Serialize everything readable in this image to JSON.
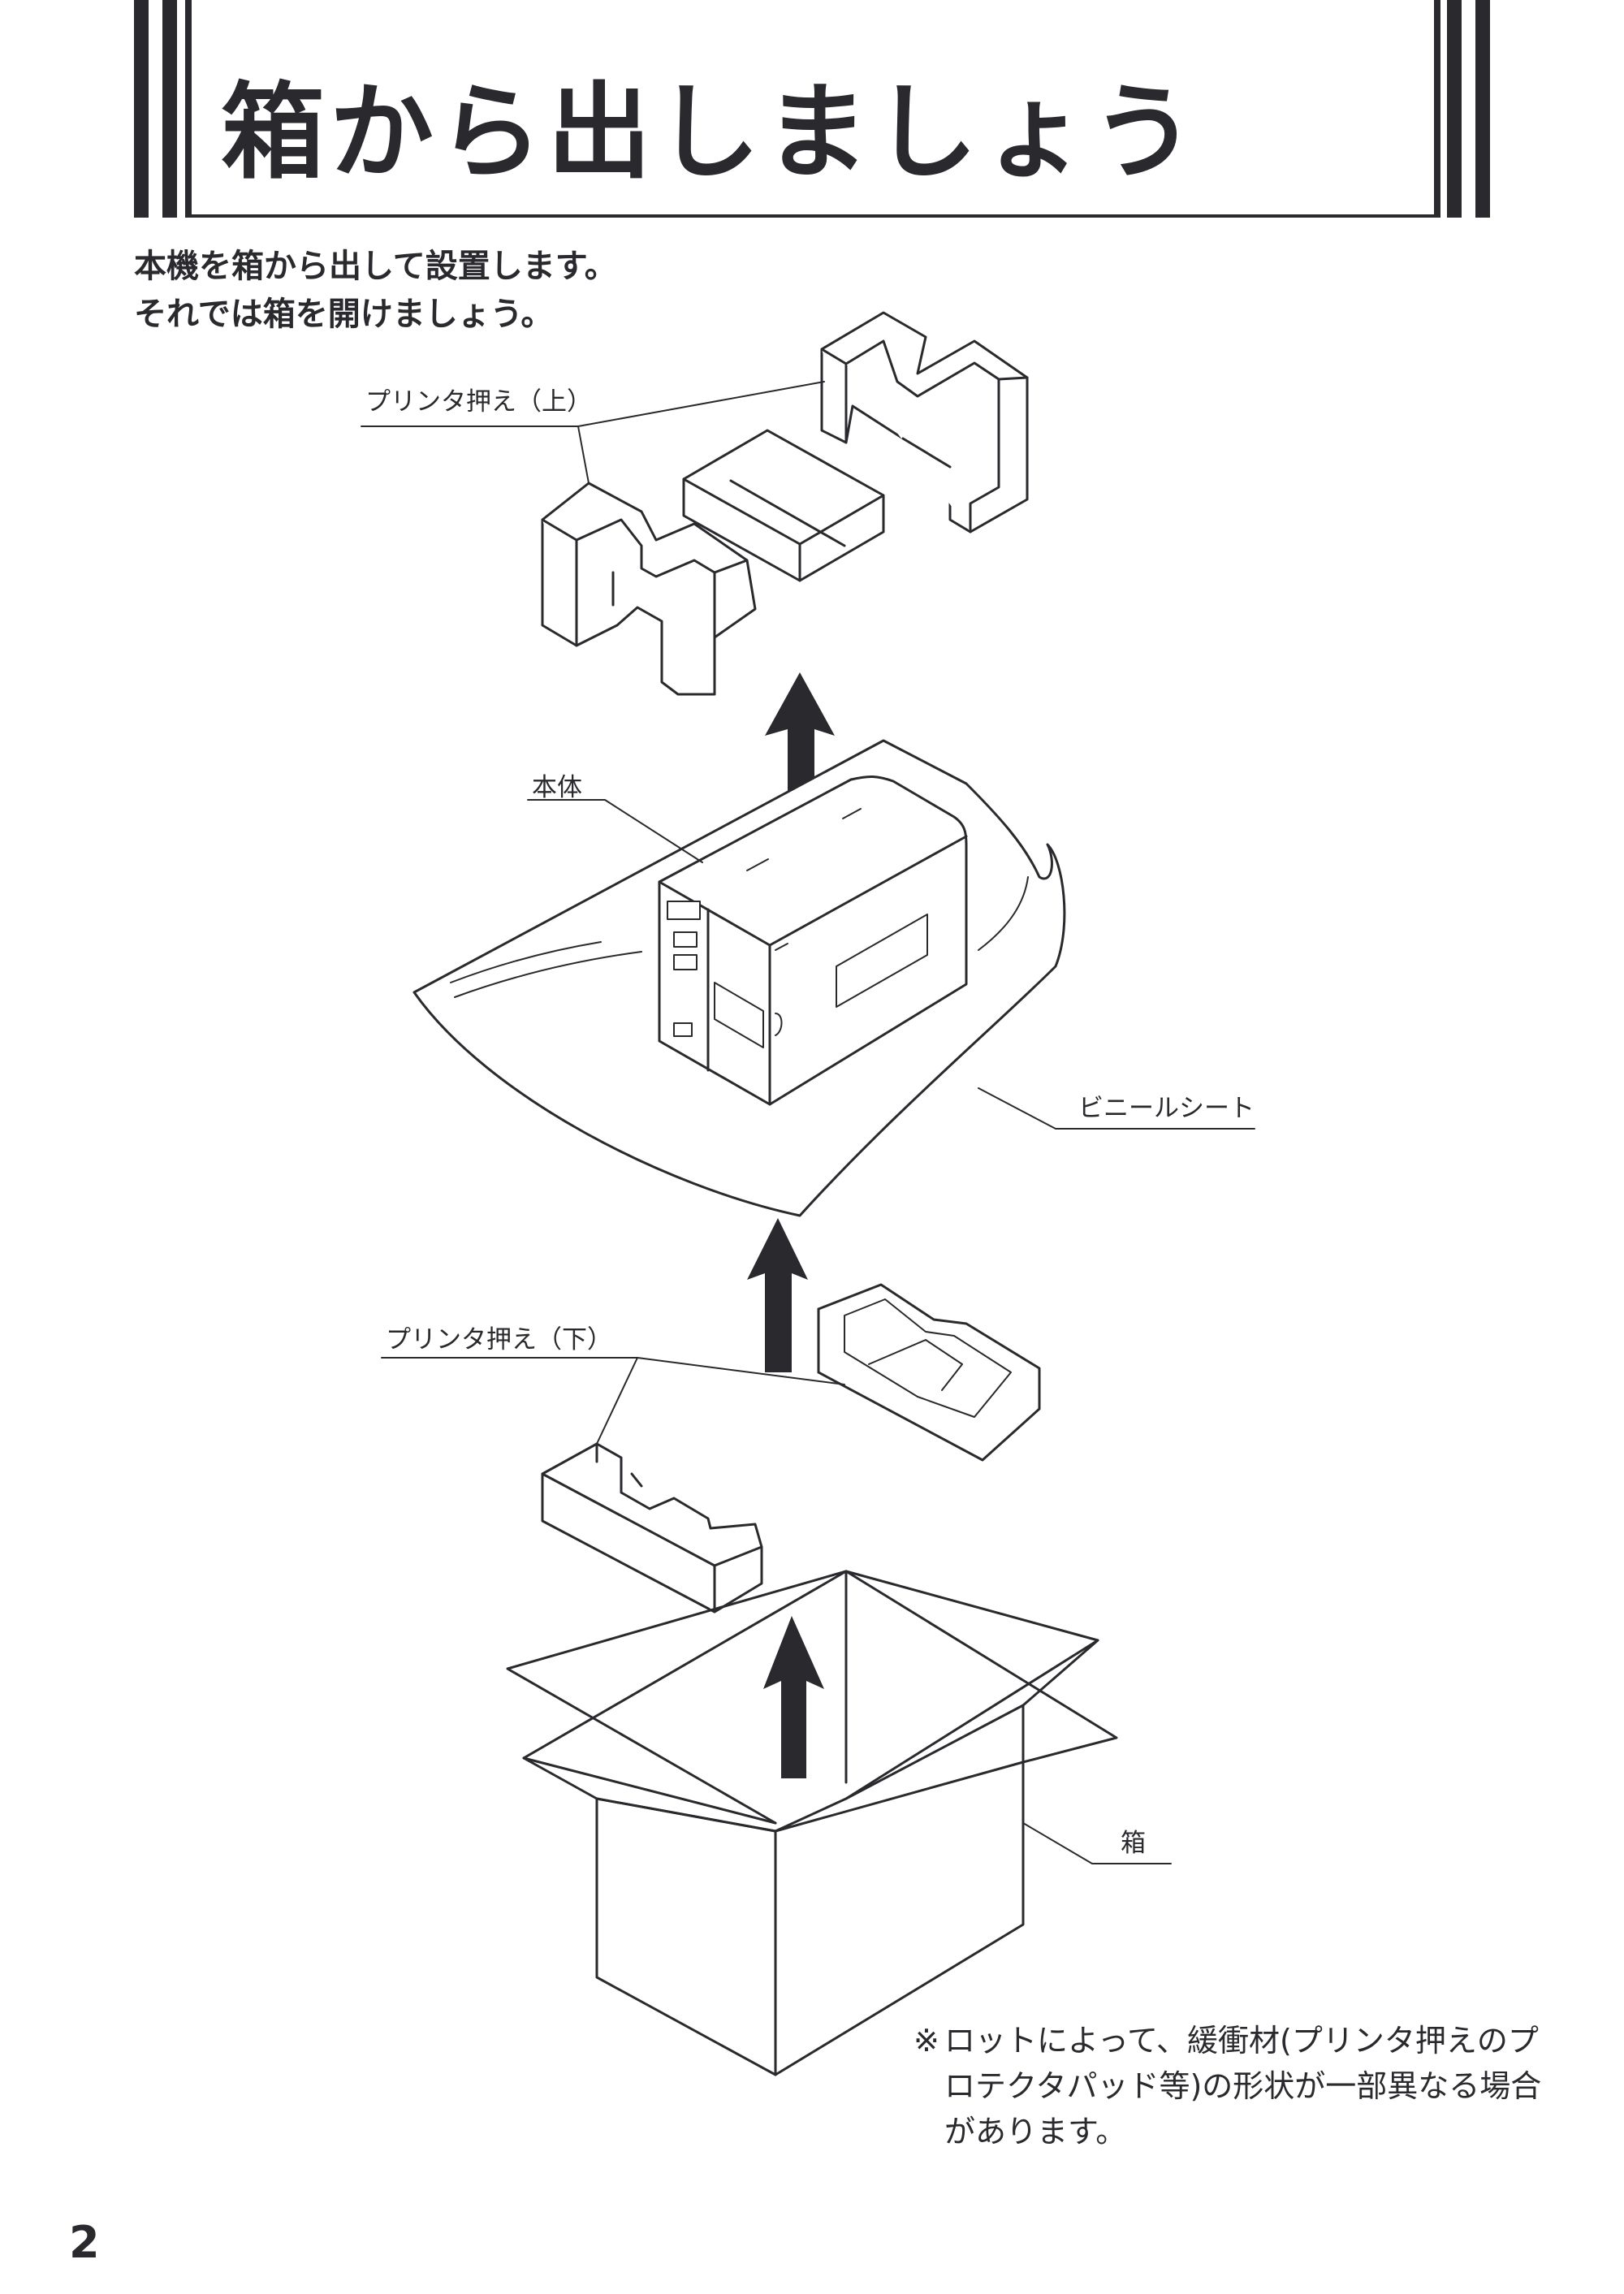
{
  "page": {
    "title": "箱から出しましょう",
    "intro": [
      "本機を箱から出して設置します。",
      "それでは箱を開けましょう。"
    ],
    "number": "2"
  },
  "labels": {
    "upper_pad": "プリンタ押え（上）",
    "printer_body": "本体",
    "vinyl_sheet": "ビニールシート",
    "lower_pad": "プリンタ押え（下）",
    "box": "箱"
  },
  "note": {
    "mark": "※",
    "text": "ロットによって、緩衝材(プリンタ押えのプロテクタパッド等)の形状が一部異なる場合があります。"
  },
  "colors": {
    "ink": "#2a2a2e",
    "background": "#ffffff"
  }
}
